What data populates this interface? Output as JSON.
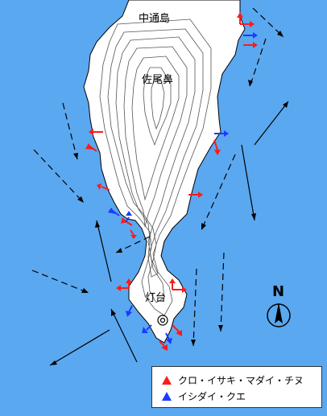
{
  "labels": {
    "north_place": "中通島",
    "cape": "佐尾鼻",
    "lighthouse": "灯台",
    "compass": "N"
  },
  "legend": {
    "red_text": "クロ・イサキ・マダイ・チヌ",
    "blue_text": "イシダイ・クエ"
  },
  "colors": {
    "sea": "#5aa8f0",
    "land": "#ffffff",
    "red_marker": "#ff1a1a",
    "blue_marker": "#1a3cff"
  },
  "icons": {
    "red": "red-triangle-icon",
    "blue": "blue-triangle-icon",
    "lighthouse": "lighthouse-icon",
    "compass": "north-arrow-icon"
  }
}
